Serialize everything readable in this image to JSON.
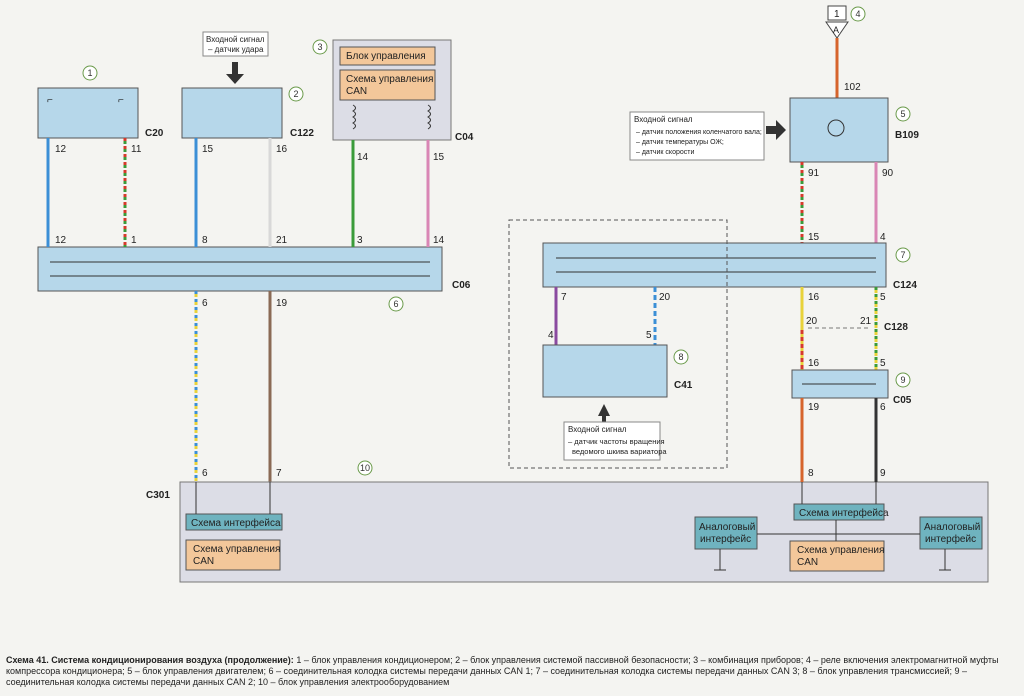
{
  "connectors": {
    "c20": "C20",
    "c122": "C122",
    "c04": "C04",
    "c06": "C06",
    "c124": "C124",
    "c128": "C128",
    "c05": "C05",
    "c41": "C41",
    "c301": "C301",
    "b109": "B109"
  },
  "markers": [
    "1",
    "2",
    "3",
    "4",
    "5",
    "6",
    "7",
    "8",
    "9",
    "10"
  ],
  "ground_terminal": {
    "box": "1",
    "letter": "A"
  },
  "input_signal_title": "Входной сигнал",
  "input_shock": "– датчик удара",
  "input_b109": [
    "– датчик положения коленчатого вала;",
    "– датчик температуры ОЖ;",
    "– датчик скорости"
  ],
  "input_c41": [
    "– датчик частоты вращения",
    "ведомого шкива вариатора"
  ],
  "control_unit": "Блок управления",
  "can_control": "Схема управления\nCAN",
  "can_control_l1": "Схема управления",
  "can_control_l2": "CAN",
  "interface_scheme": "Схема интерфейса",
  "analog_interface_l1": "Аналоговый",
  "analog_interface_l2": "интерфейс",
  "pins": {
    "c20_top": [
      "12",
      "11"
    ],
    "c122_top": [
      "15",
      "16"
    ],
    "c04_top": [
      "14",
      "15"
    ],
    "c06_top": [
      "12",
      "1",
      "8",
      "21",
      "3",
      "14"
    ],
    "c06_bottom": [
      "6",
      "19"
    ],
    "c301_top": [
      "6",
      "7",
      "8",
      "9"
    ],
    "b109_top": "102",
    "b109_bottom": [
      "91",
      "90"
    ],
    "c124_top": [
      "15",
      "4"
    ],
    "c124_left": [
      "7",
      "20"
    ],
    "c124_bottom": [
      "16",
      "5"
    ],
    "c41_top": [
      "4",
      "5"
    ],
    "c128": [
      "20",
      "21"
    ],
    "c05_top": [
      "16",
      "5"
    ],
    "c05_bottom": [
      "19",
      "6"
    ]
  },
  "caption": {
    "bold": "Схема 41. Система кондиционирования воздуха (продолжение):",
    "text": " 1 – блок управления кондиционером; 2 – блок управления системой пассивной безопасности; 3 – комбинация приборов; 4 – реле включения электромагнитной муфты компрессора кондиционера; 5 – блок управления двигателем; 6 – соединительная колодка системы передачи данных CAN 1; 7 – соединительная колодка системы передачи данных CAN 3; 8 – блок управления трансмиссией; 9 – соединительная колодка системы передачи данных CAN 2; 10 – блок управления электрооборудованием"
  },
  "colors": {
    "blue": "#3b8fd6",
    "red": "#d63a2c",
    "green": "#3a9b3a",
    "brown": "#8a6a55",
    "pink": "#d986b5",
    "white": "#e9e9e9",
    "black": "#222222",
    "yellow": "#e8d23a"
  }
}
